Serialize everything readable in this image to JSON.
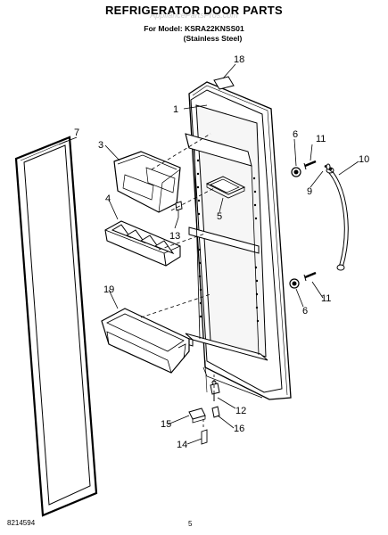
{
  "header": {
    "title": "REFRIGERATOR DOOR PARTS",
    "model_line": "For Model: KSRA22KNSS01",
    "variant": "(Stainless Steel)",
    "watermark": "AppliancePartsPros.com"
  },
  "callouts": [
    "18",
    "1",
    "6",
    "11",
    "7",
    "3",
    "10",
    "9",
    "5",
    "4",
    "13",
    "19",
    "6",
    "11",
    "12",
    "15",
    "16",
    "14"
  ],
  "footer": {
    "doc_number": "8214594",
    "page": "5"
  }
}
